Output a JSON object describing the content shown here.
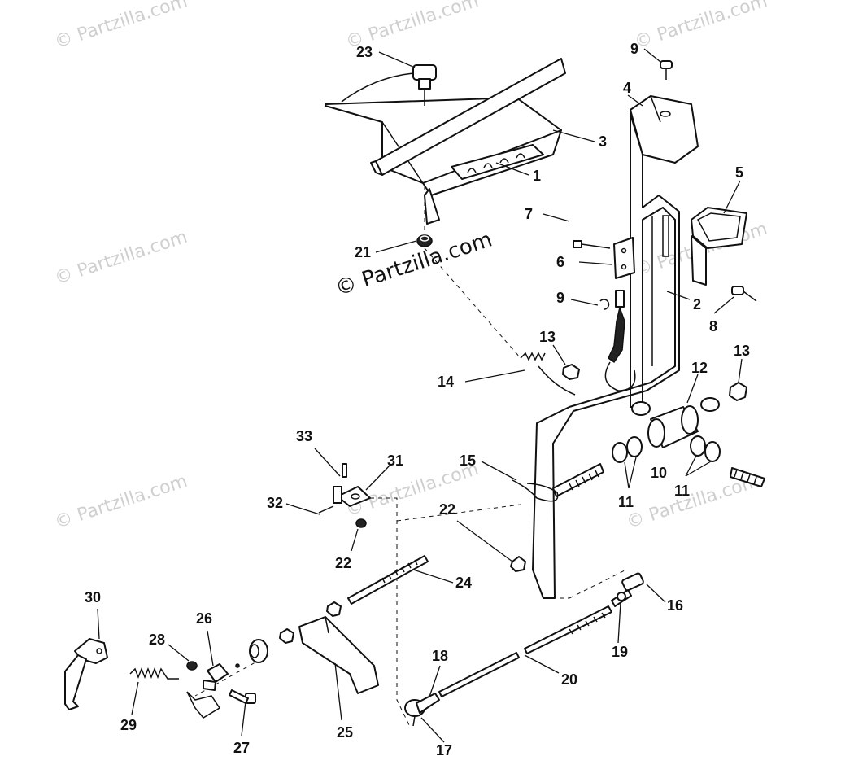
{
  "watermark": "© Partzilla.com",
  "copyright": "© Partzilla.com",
  "callouts": [
    "1",
    "2",
    "3",
    "4",
    "5",
    "6",
    "7",
    "8",
    "9",
    "9",
    "10",
    "11",
    "11",
    "12",
    "13",
    "13",
    "14",
    "15",
    "16",
    "17",
    "18",
    "19",
    "20",
    "21",
    "22",
    "22",
    "23",
    "24",
    "25",
    "26",
    "27",
    "28",
    "29",
    "30",
    "31",
    "32",
    "33"
  ]
}
